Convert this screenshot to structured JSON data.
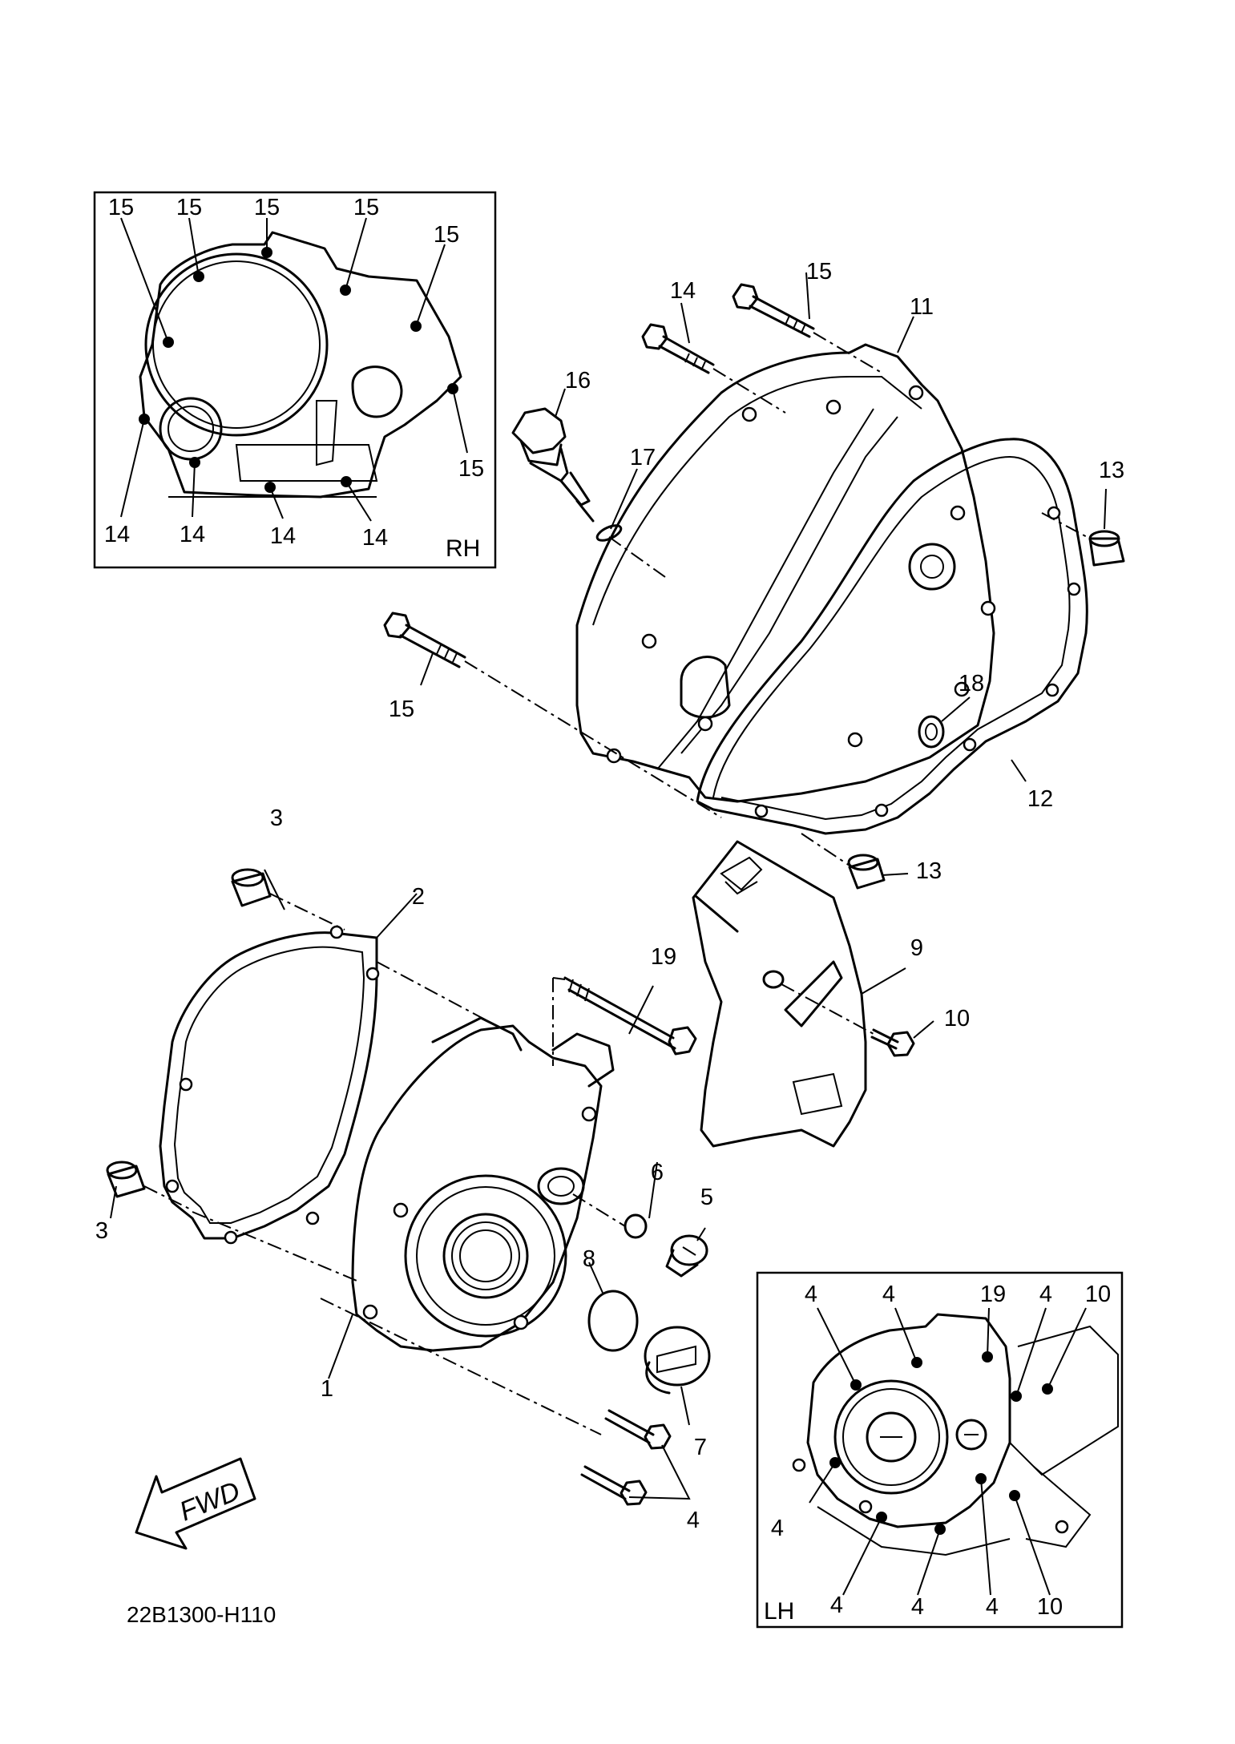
{
  "diagram_code": "22B1300-H110",
  "fwd_label": "FWD",
  "inset_rh": {
    "label": "RH",
    "callouts": [
      "15",
      "15",
      "15",
      "15",
      "15",
      "15",
      "14",
      "14",
      "14",
      "14"
    ]
  },
  "inset_lh": {
    "label": "LH",
    "callouts": [
      "4",
      "4",
      "19",
      "4",
      "10",
      "4",
      "4",
      "4",
      "4",
      "10"
    ]
  },
  "callouts": {
    "p1": "1",
    "p2": "2",
    "p3a": "3",
    "p3b": "3",
    "p4": "4",
    "p5": "5",
    "p6": "6",
    "p7": "7",
    "p8": "8",
    "p9": "9",
    "p10": "10",
    "p11": "11",
    "p12": "12",
    "p13a": "13",
    "p13b": "13",
    "p14": "14",
    "p15a": "15",
    "p15b": "15",
    "p16": "16",
    "p17": "17",
    "p18": "18",
    "p19": "19"
  }
}
